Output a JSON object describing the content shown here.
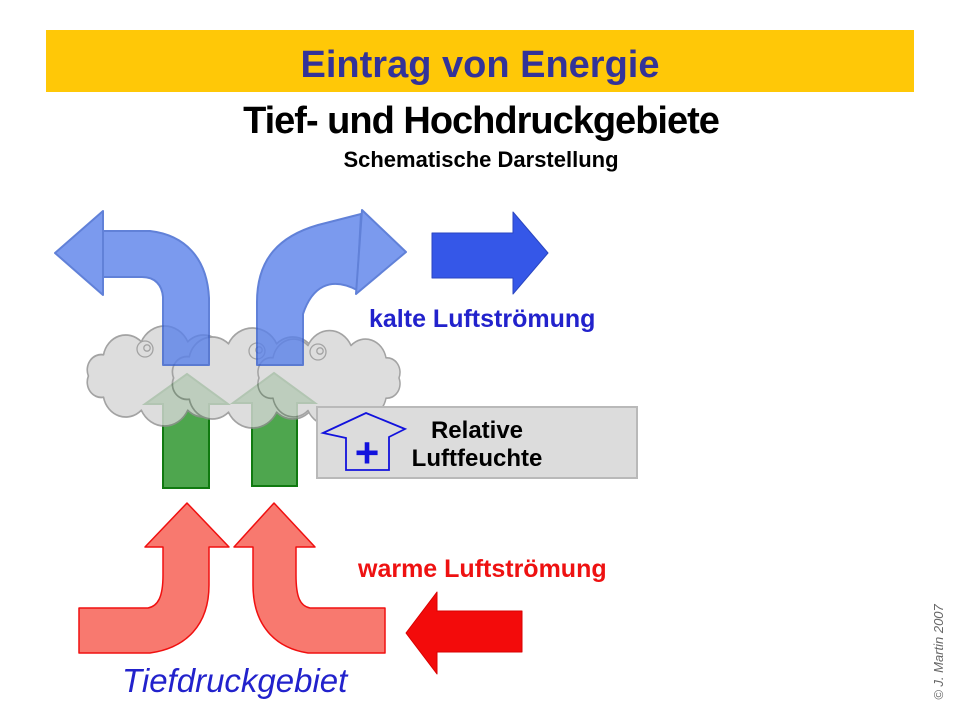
{
  "slide": {
    "banner": {
      "text": "Eintrag von Energie"
    },
    "title": "Tief- und Hochdruckgebiete",
    "subtitle": "Schematische Darstellung",
    "copyright": "© J. Martin 2007"
  },
  "labels": {
    "cold_flow": "kalte Luftströmung",
    "warm_flow": "warme Luftströmung",
    "humidity_line1": "Relative",
    "humidity_line2": "Luftfeuchte",
    "humidity_plus": "+",
    "low_pressure_area": "Tiefdruckgebiet"
  },
  "colors": {
    "banner_yellow": "#FFC807",
    "banner_title_blue": "#333399",
    "cold_arrow_fill": "#5B82EA",
    "cold_arrow_stroke": "#3A62CF",
    "cold_straight_arrow": "#3557E8",
    "cold_label_blue": "#2222CC",
    "warm_arrow_fill": "#F8796F",
    "warm_arrow_stroke": "#F01010",
    "warm_straight_arrow": "#F30B0B",
    "warm_label_red": "#EE1111",
    "updraft_green_fill": "#4EA64E",
    "updraft_green_stroke": "#107A10",
    "cloud_fill": "#D6D6D6",
    "cloud_stroke": "#8F8F8F",
    "humidity_box_fill": "#DCDCDC",
    "humidity_box_border": "#B9B9B9",
    "humidity_arrow_blue": "#1212DD",
    "low_pressure_label_blue": "#2222CC",
    "copyright_gray": "#666666"
  }
}
